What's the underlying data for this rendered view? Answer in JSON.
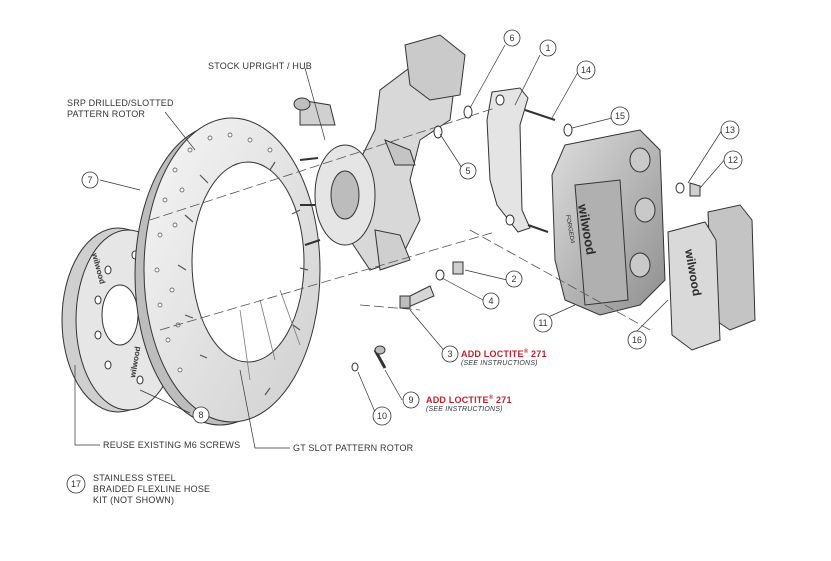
{
  "labels": {
    "stock_upright": "STOCK UPRIGHT / HUB",
    "srp_rotor_1": "SRP DRILLED/SLOTTED",
    "srp_rotor_2": "PATTERN ROTOR",
    "reuse_screws": "REUSE EXISTING M6 SCREWS",
    "gt_rotor": "GT SLOT PATTERN ROTOR",
    "hose_kit_1": "STAINLESS STEEL",
    "hose_kit_2": "BRAIDED FLEXLINE HOSE",
    "hose_kit_3": "KIT (NOT SHOWN)",
    "loctite_a": "ADD LOCTITE",
    "loctite_a_num": "271",
    "loctite_a_note": "(SEE INSTRUCTIONS)",
    "loctite_b": "ADD LOCTITE",
    "loctite_b_num": "271",
    "loctite_b_note": "(SEE INSTRUCTIONS)",
    "registered": "®"
  },
  "brand": {
    "caliper_logo": "wilwood",
    "caliper_model": "FORGED4",
    "pad_logo": "wilwood",
    "hat_logo_top": "wilwood",
    "hat_logo_bottom": "wilwood"
  },
  "callouts": [
    {
      "id": "c1",
      "num": "1"
    },
    {
      "id": "c2",
      "num": "2"
    },
    {
      "id": "c3",
      "num": "3"
    },
    {
      "id": "c4",
      "num": "4"
    },
    {
      "id": "c5",
      "num": "5"
    },
    {
      "id": "c6",
      "num": "6"
    },
    {
      "id": "c7",
      "num": "7"
    },
    {
      "id": "c8",
      "num": "8"
    },
    {
      "id": "c9",
      "num": "9"
    },
    {
      "id": "c10",
      "num": "10"
    },
    {
      "id": "c11",
      "num": "11"
    },
    {
      "id": "c12",
      "num": "12"
    },
    {
      "id": "c13",
      "num": "13"
    },
    {
      "id": "c14",
      "num": "14"
    },
    {
      "id": "c15",
      "num": "15"
    },
    {
      "id": "c16",
      "num": "16"
    },
    {
      "id": "c17",
      "num": "17"
    }
  ],
  "colors": {
    "line": "#333333",
    "part_fill": "#e9e9e9",
    "part_dark": "#9a9a9a",
    "accent": "#c8202a"
  }
}
